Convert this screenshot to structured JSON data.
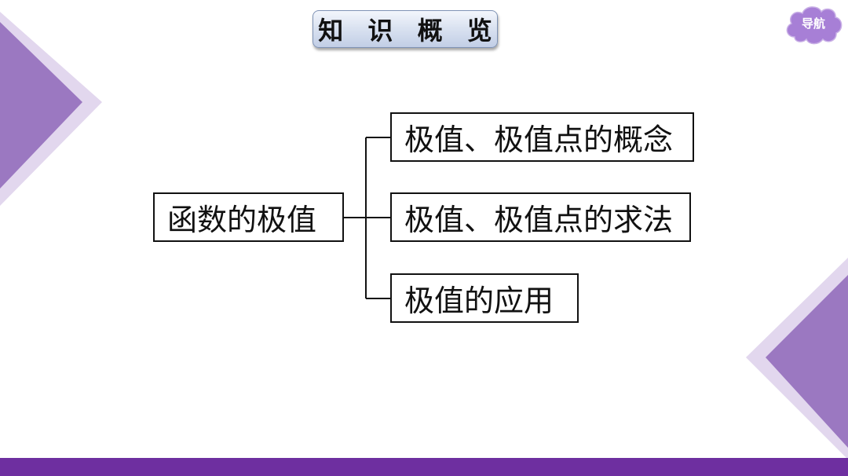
{
  "header": {
    "title": "知 识 概 览"
  },
  "nav": {
    "label": "导航"
  },
  "diagram": {
    "root": "函数的极值",
    "children": [
      "极值、极值点的概念",
      "极值、极值点的求法",
      "极值的应用"
    ]
  },
  "colors": {
    "accent": "#6e2fa0",
    "decoration_light": "#ddd0ea",
    "decoration_dark": "#9a77c0",
    "nav_badge": "#a77fd6"
  }
}
